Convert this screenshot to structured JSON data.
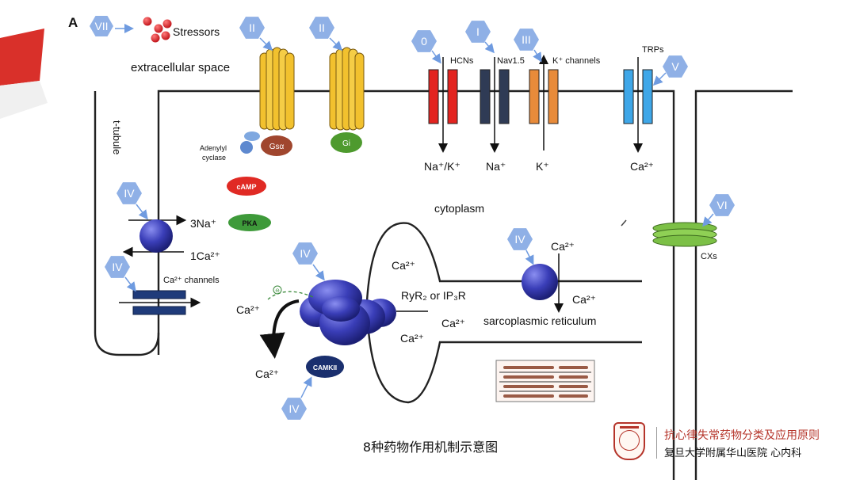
{
  "panel_letter": "A",
  "stressors_label": "Stressors",
  "space_labels": {
    "extracellular": "extracellular space",
    "t_tubule": "t-tubule",
    "cytoplasm": "cytoplasm",
    "sr": "sarcoplasmic reticulum"
  },
  "receptors": {
    "gs_label": "Gsα",
    "gi_label": "Gi",
    "adenylyl_cyclase": [
      "Adenylyl",
      "cyclase"
    ],
    "camp": "cAMP",
    "pka": "PKA",
    "camkii": "CAMKII"
  },
  "channels": {
    "hcn": "HCNs",
    "nav": "Nav1.5",
    "k": "K⁺ channels",
    "trp": "TRPs",
    "cx": "CXs",
    "ca_channels": "Ca²⁺ channels",
    "ryr": "RyR₂ or IP₃R"
  },
  "ions": {
    "nak": "Na⁺/K⁺",
    "na": "Na⁺",
    "k": "K⁺",
    "ca_trp": "Ca²⁺",
    "na3": "3Na⁺",
    "ca1": "1Ca²⁺",
    "ca_left": "Ca²⁺",
    "ca_bottom": "Ca²⁺",
    "ca_sr_top": "Ca²⁺",
    "ca_sr_mid": "Ca²⁺",
    "ca_sr_bot": "Ca²⁺",
    "ca_serca_top": "Ca²⁺",
    "ca_serca_bot": "Ca²⁺"
  },
  "drug_classes": {
    "vii": "VII",
    "ii_a": "II",
    "ii_b": "II",
    "zero": "0",
    "i": "I",
    "iii": "III",
    "v": "V",
    "vi": "VI",
    "iv_exchanger": "IV",
    "iv_ca_channel": "IV",
    "iv_ryr": "IV",
    "iv_serca": "IV",
    "iv_camkii": "IV"
  },
  "small_marker": "⊖",
  "caption": "8种药物作用机制示意图",
  "footer": {
    "title": "抗心律失常药物分类及应用原则",
    "subtitle": "复旦大学附属华山医院 心内科"
  },
  "colors": {
    "hexagon": "#8fb0e6",
    "gpcr": "#f2c12e",
    "gs": "#a0462e",
    "gi": "#4e9a2e",
    "camp": "#e02a24",
    "pka": "#3e9a3a",
    "hcn": "#e32420",
    "nav": "#2f3b55",
    "kchannel": "#e88b3a",
    "trp": "#3fa7e8",
    "connexin": "#7cc046",
    "ryr": "#3e3fb0",
    "camkii": "#1a2f6e",
    "accent_red": "#d9302a"
  }
}
